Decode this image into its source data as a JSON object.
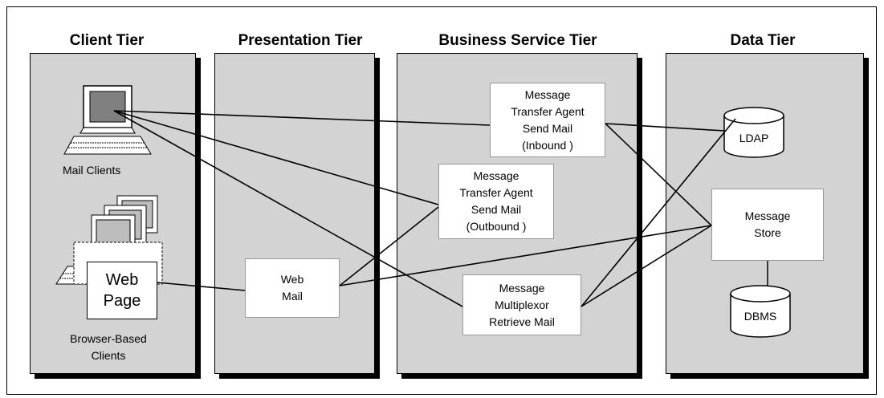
{
  "tiers": {
    "client": "Client Tier",
    "presentation": "Presentation Tier",
    "business": "Business Service Tier",
    "data": "Data Tier"
  },
  "client": {
    "mail_clients": "Mail Clients",
    "web_page_line1": "Web",
    "web_page_line2": "Page",
    "browser_line1": "Browser-Based",
    "browser_line2": "Clients"
  },
  "presentation": {
    "webmail_line1": "Web",
    "webmail_line2": "Mail"
  },
  "business": {
    "mta_in": [
      "Message",
      "Transfer Agent",
      "Send Mail",
      "(Inbound )"
    ],
    "mta_out": [
      "Message",
      "Transfer Agent",
      "Send Mail",
      "(Outbound )"
    ],
    "mmp": [
      "Message",
      "Multiplexor",
      "Retrieve Mail"
    ]
  },
  "data": {
    "ldap": "LDAP",
    "store_line1": "Message",
    "store_line2": "Store",
    "dbms": "DBMS"
  }
}
